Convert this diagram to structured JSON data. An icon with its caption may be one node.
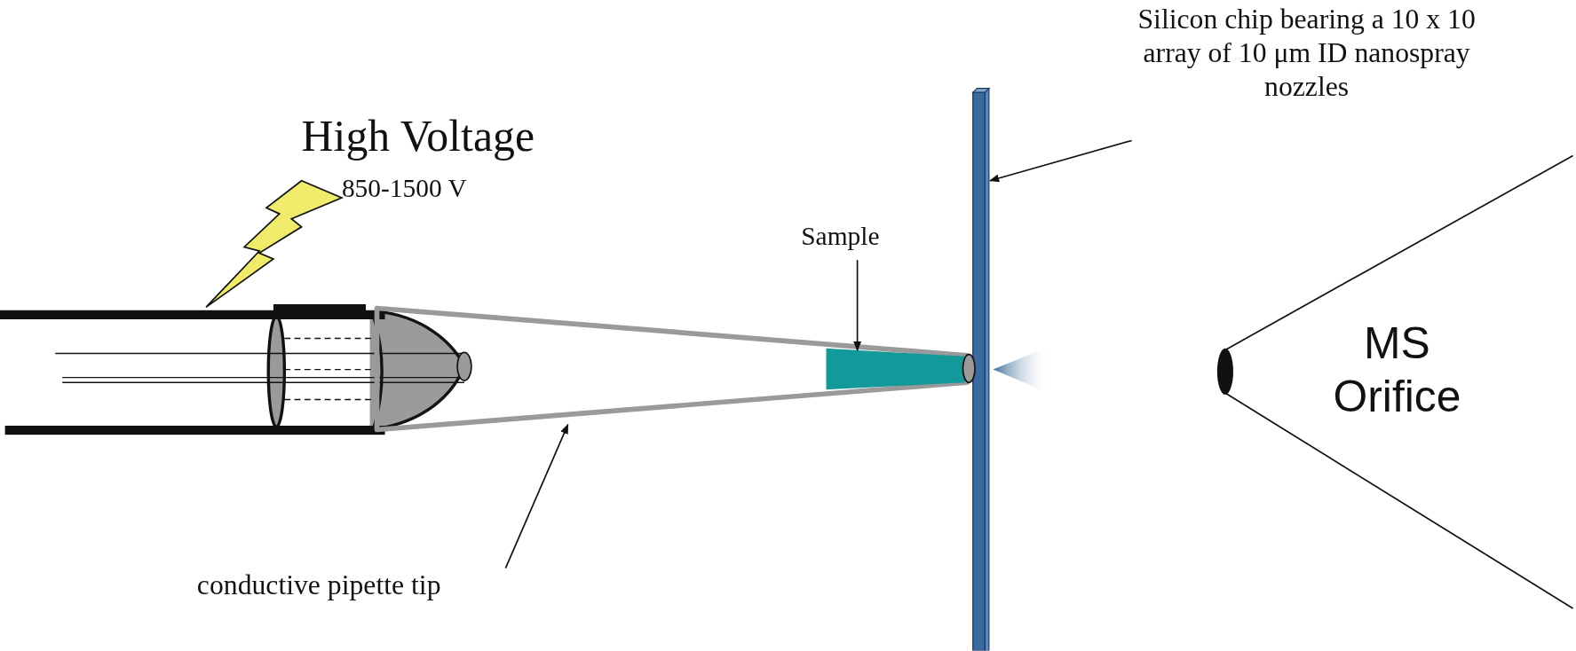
{
  "diagram": {
    "nodes": [
      {
        "text": [
          "Silicon chip bearing a 10 x 10 array of 10 μm ID nanospray nozzles"
        ]
      },
      {
        "text": [],
        "shape": "bar"
      },
      {
        "text": [
          "Sample"
        ]
      },
      {
        "text": [],
        "shape": "cone"
      },
      {
        "text": [],
        "shape": "box",
        "in": 3
      },
      {
        "text": [
          "conductive pipette tip"
        ]
      }
    ],
    "edges": [
      {
        "from": 0,
        "to": 1,
        "arrow": "to"
      },
      {
        "from": 2,
        "to": 4,
        "arrow": "to"
      },
      {
        "from": 5,
        "to": 3,
        "arrow": "to"
      }
    ],
    "labels": [
      "High Voltage",
      "850-1500 V",
      "MS Orifice"
    ]
  }
}
